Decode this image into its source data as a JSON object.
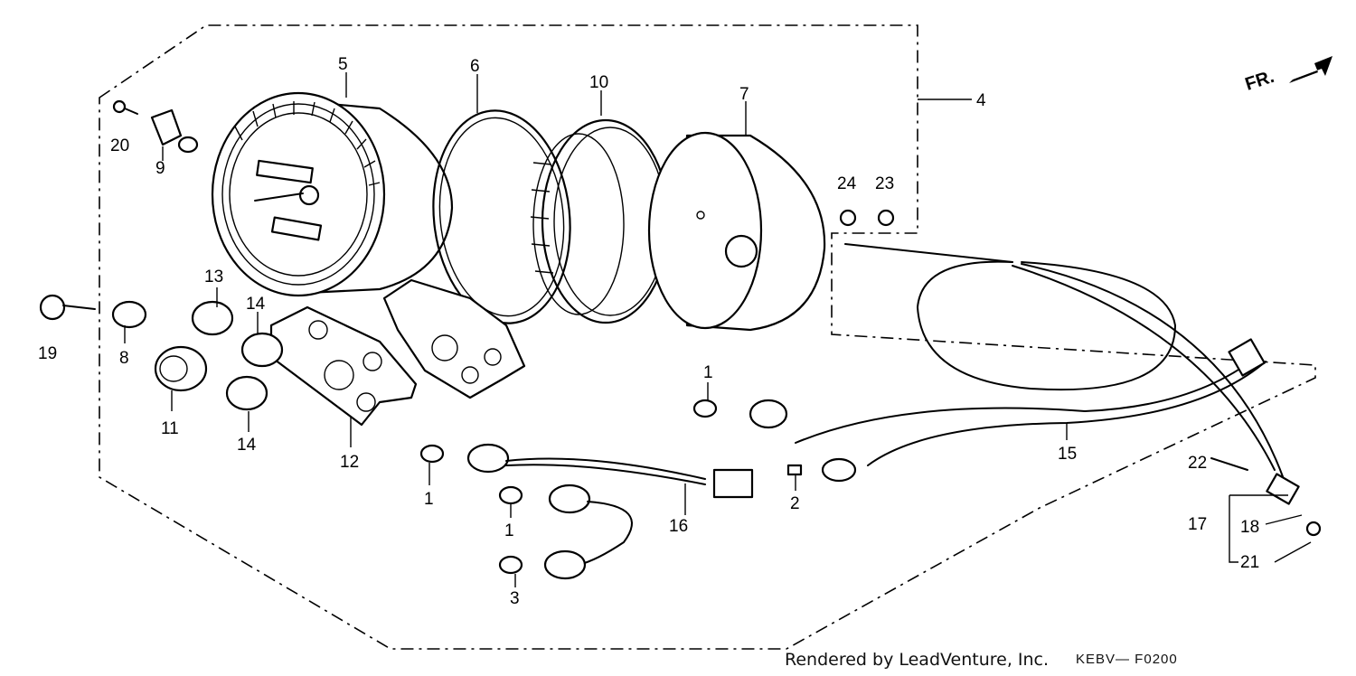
{
  "callouts": [
    "5",
    "6",
    "10",
    "7",
    "4",
    "20",
    "9",
    "24",
    "23",
    "13",
    "14",
    "19",
    "8",
    "11",
    "14",
    "12",
    "1",
    "15",
    "22",
    "1",
    "1",
    "16",
    "2",
    "17",
    "18",
    "21",
    "3"
  ],
  "direction_label": "FR.",
  "footer": {
    "credit": "Rendered by LeadVenture, Inc.",
    "code": "KEBV— F0200"
  }
}
